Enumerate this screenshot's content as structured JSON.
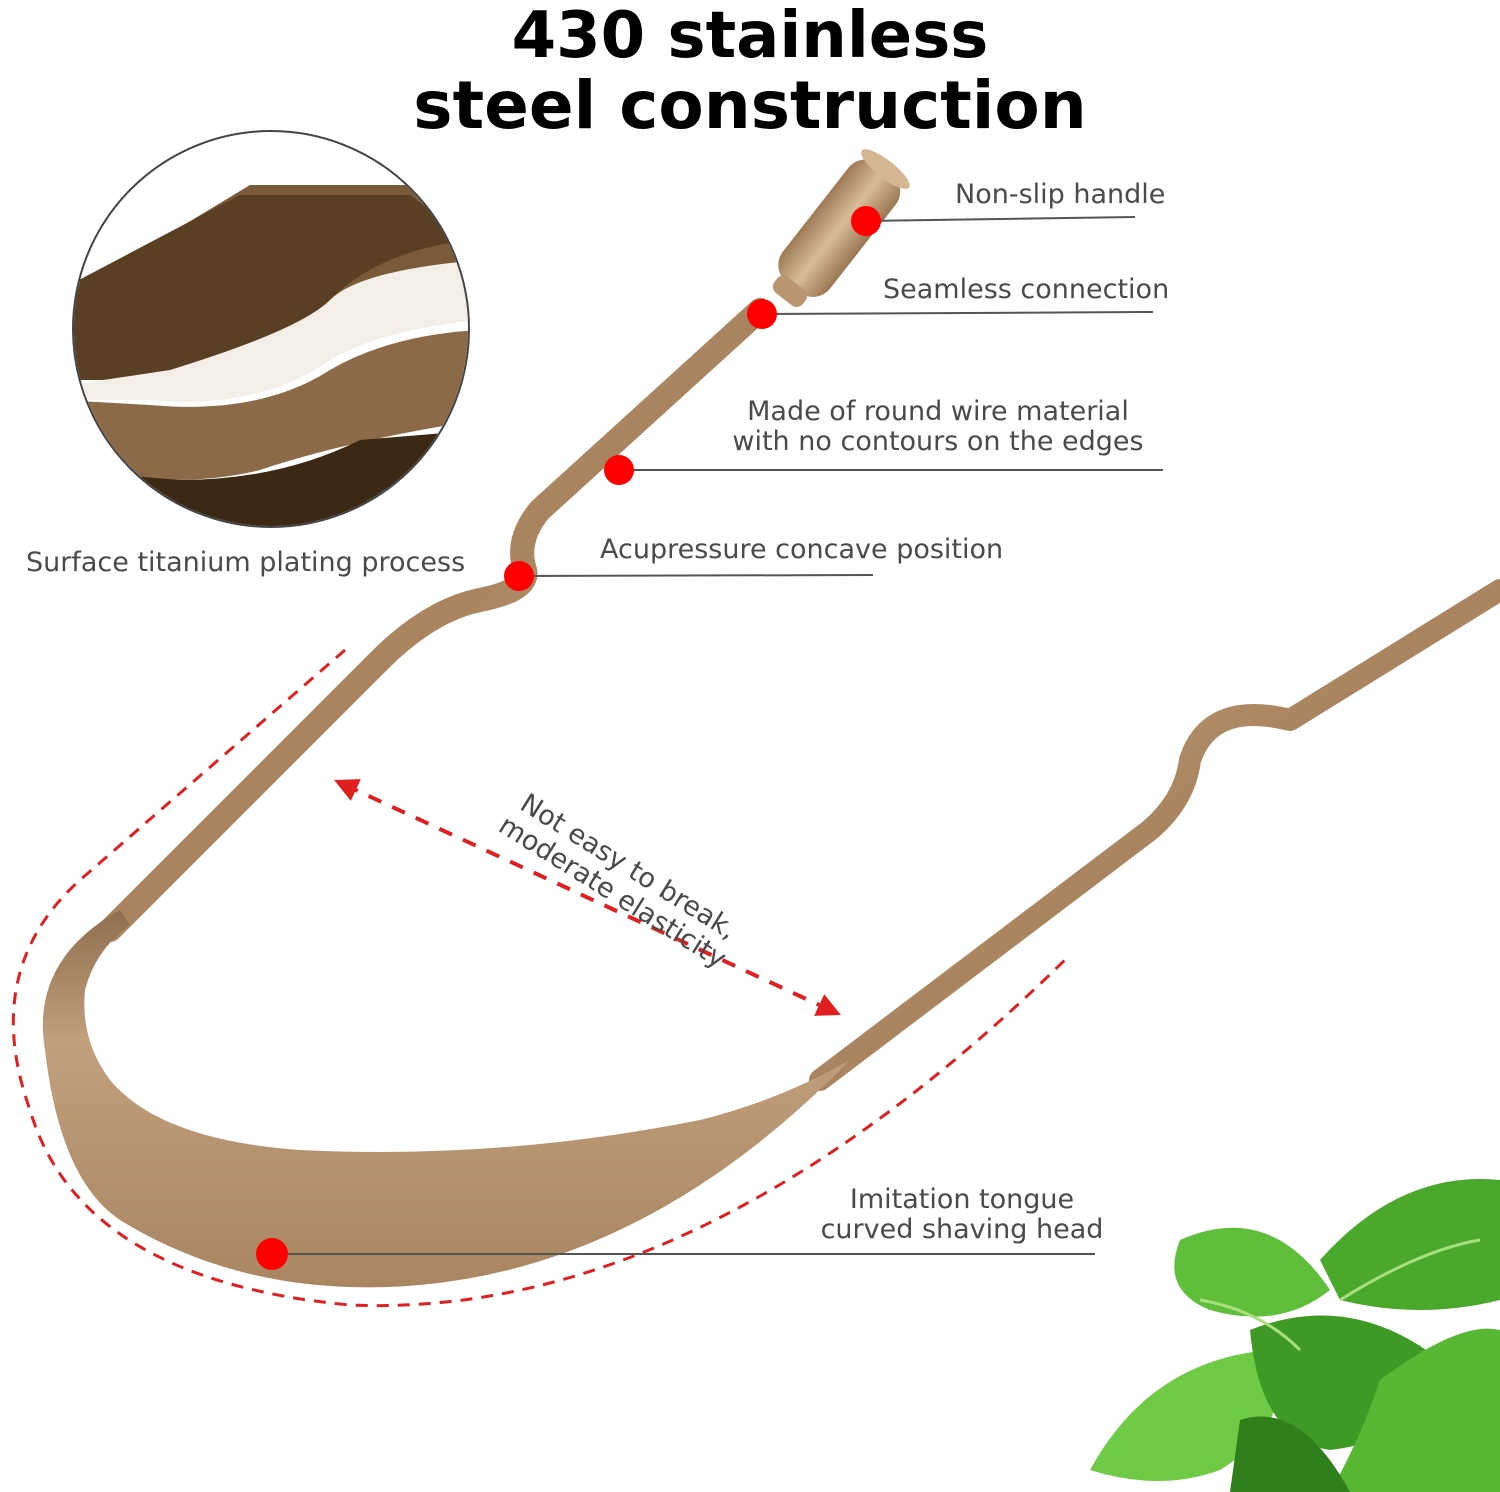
{
  "title": {
    "line1": "430 stainless",
    "line2": "steel construction"
  },
  "callouts": {
    "handle": "Non-slip handle",
    "connection": "Seamless connection",
    "wire_line1": "Made of round wire material",
    "wire_line2": "with no contours on the edges",
    "plating": "Surface titanium plating process",
    "acupressure": "Acupressure concave position",
    "head_line1": "Imitation tongue",
    "head_line2": "curved shaving head"
  },
  "elasticity": {
    "line1": "Not easy to break,",
    "line2": "moderate elasticity"
  },
  "colors": {
    "metal": "#b08d6a",
    "marker": "#ff0000",
    "dash": "#e02020",
    "leader": "#555555",
    "leaf": "#4caf2e"
  }
}
